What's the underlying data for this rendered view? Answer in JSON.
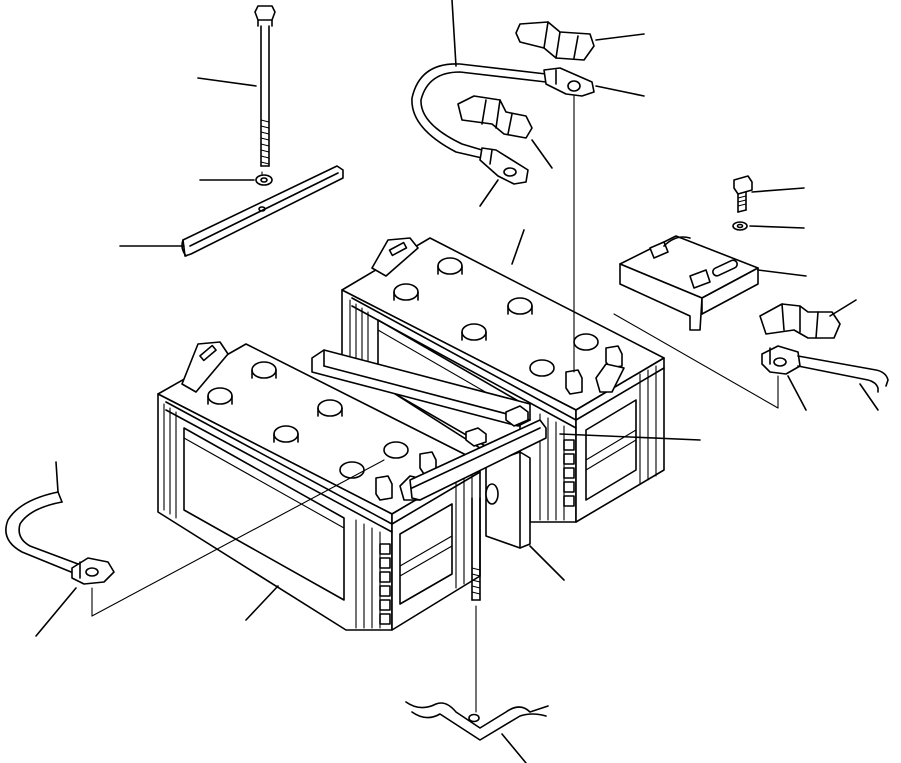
{
  "diagram": {
    "type": "exploded-parts-view",
    "parts": [
      {
        "id": "long-rod-bolt",
        "icon": "threaded-rod-icon"
      },
      {
        "id": "rod-washer",
        "icon": "washer-icon"
      },
      {
        "id": "hold-down-angle-bar",
        "icon": "angle-bar-icon"
      },
      {
        "id": "positive-cable",
        "icon": "cable-icon"
      },
      {
        "id": "terminal-cover-top",
        "icon": "terminal-cover-icon"
      },
      {
        "id": "terminal-clamp-top",
        "icon": "clamp-icon"
      },
      {
        "id": "terminal-cover-middle",
        "icon": "terminal-cover-icon"
      },
      {
        "id": "terminal-clamp-middle",
        "icon": "clamp-icon"
      },
      {
        "id": "battery-rear",
        "icon": "battery-icon"
      },
      {
        "id": "bracket-bolt",
        "icon": "bolt-icon"
      },
      {
        "id": "bracket-washer",
        "icon": "washer-icon"
      },
      {
        "id": "mounting-bracket",
        "icon": "bracket-icon"
      },
      {
        "id": "terminal-cover-right",
        "icon": "terminal-cover-icon"
      },
      {
        "id": "ground-cable-clamp",
        "icon": "clamp-icon"
      },
      {
        "id": "ground-cable",
        "icon": "cable-icon"
      },
      {
        "id": "hold-down-bar",
        "icon": "hold-down-bar-icon"
      },
      {
        "id": "battery-front",
        "icon": "battery-icon"
      },
      {
        "id": "rubber-pad",
        "icon": "pad-icon"
      },
      {
        "id": "left-cable",
        "icon": "cable-icon"
      },
      {
        "id": "left-cable-clamp",
        "icon": "clamp-icon"
      },
      {
        "id": "lower-rod-bolt",
        "icon": "threaded-rod-icon"
      },
      {
        "id": "frame-mount",
        "icon": "frame-icon"
      }
    ],
    "leader_count": 22
  }
}
